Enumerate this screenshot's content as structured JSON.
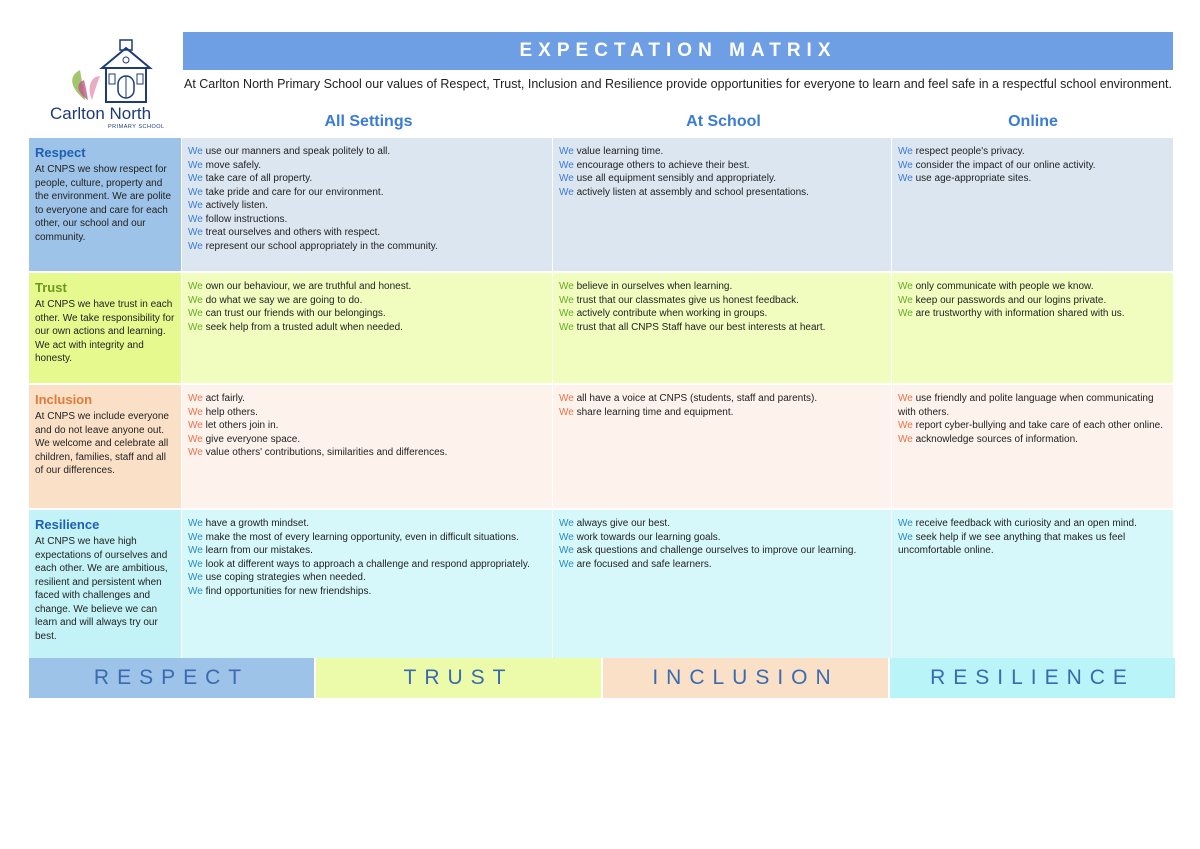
{
  "logo": {
    "name": "Carlton North",
    "subtitle": "PRIMARY SCHOOL"
  },
  "title": "EXPECTATION MATRIX",
  "intro": "At Carlton North Primary School our values of Respect, Trust, Inclusion and Resilience provide opportunities for everyone to learn and feel safe in a respectful school environment.",
  "columns": [
    "All Settings",
    "At School",
    "Online"
  ],
  "rows": [
    {
      "title": "Respect",
      "desc": "At CNPS we show respect for people, culture, property and the environment. We are polite to everyone and care for each other, our school and our community.",
      "all": [
        "use our manners and speak politely to all.",
        "move safely.",
        "take care of all property.",
        "take pride and care for our environment.",
        "actively listen.",
        "follow instructions.",
        "treat ourselves and others with respect.",
        "represent our school appropriately in the community."
      ],
      "school": [
        "value learning time.",
        "encourage others to achieve their best.",
        "use all equipment sensibly and appropriately.",
        "actively listen at assembly and school presentations."
      ],
      "online": [
        "respect people's privacy.",
        "consider the impact of our online activity.",
        "use age-appropriate sites."
      ]
    },
    {
      "title": "Trust",
      "desc": "At CNPS we have trust in each other. We take responsibility for our own actions and learning. We act with integrity and honesty.",
      "all": [
        "own our behaviour, we are truthful and honest.",
        "do what we say we are going to do.",
        "can trust our friends with our belongings.",
        "seek help from a trusted adult when needed."
      ],
      "school": [
        "believe in ourselves when learning.",
        "trust that our classmates give us honest feedback.",
        "actively contribute when working in groups.",
        "trust that all CNPS Staff have our best interests at heart."
      ],
      "online": [
        "only communicate with people we know.",
        "keep our passwords and our logins private.",
        "are trustworthy with information shared with us."
      ]
    },
    {
      "title": "Inclusion",
      "desc": "At CNPS we include everyone and do not leave anyone out. We welcome and celebrate all children, families, staff and all of our differences.",
      "all": [
        "act fairly.",
        "help others.",
        "let others join in.",
        "give everyone space.",
        "value others' contributions, similarities and differences."
      ],
      "school": [
        "all have a voice at CNPS (students, staff and parents).",
        "share learning time and equipment."
      ],
      "online": [
        "use friendly and polite language when communicating with others.",
        "report cyber-bullying and take care of each other online.",
        "acknowledge sources of information."
      ]
    },
    {
      "title": "Resilience",
      "desc": "At CNPS we have high expectations of ourselves and each other. We are ambitious, resilient and persistent when faced with challenges and change. We believe we can learn and will always try our best.",
      "all": [
        "have a growth mindset.",
        "make the most of every learning opportunity, even in difficult situations.",
        "learn from our mistakes.",
        "look at different ways to approach a challenge and respond appropriately.",
        "use coping strategies when needed.",
        "find opportunities for new friendships."
      ],
      "school": [
        "always give our best.",
        "work towards our learning goals.",
        "ask questions and challenge ourselves to improve our learning.",
        "are focused and safe learners."
      ],
      "online": [
        "receive feedback with curiosity and an open mind.",
        "seek help if we see anything that makes us feel uncomfortable online."
      ]
    }
  ],
  "we_word": "We",
  "footer": [
    "RESPECT",
    "TRUST",
    "INCLUSION",
    "RESILIENCE"
  ],
  "colors": {
    "title_bar": "#6e9ee3",
    "respect": "#9dc3e8",
    "trust": "#e5f98f",
    "inclusion": "#fbe0c8",
    "resilience": "#c4f3f7"
  }
}
